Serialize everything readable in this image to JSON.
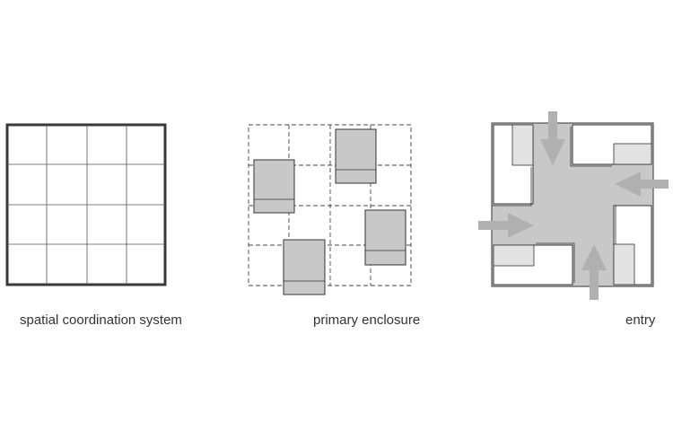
{
  "captions": {
    "grid": "spatial coordination system",
    "enclosure": "primary enclosure",
    "entry": "entry"
  },
  "colors": {
    "line": "#333333",
    "frame": "#3a3a3a",
    "fill_gray": "#c8c8c8",
    "fill_light": "#e2e2e2",
    "arrow": "#b0b0b0"
  }
}
